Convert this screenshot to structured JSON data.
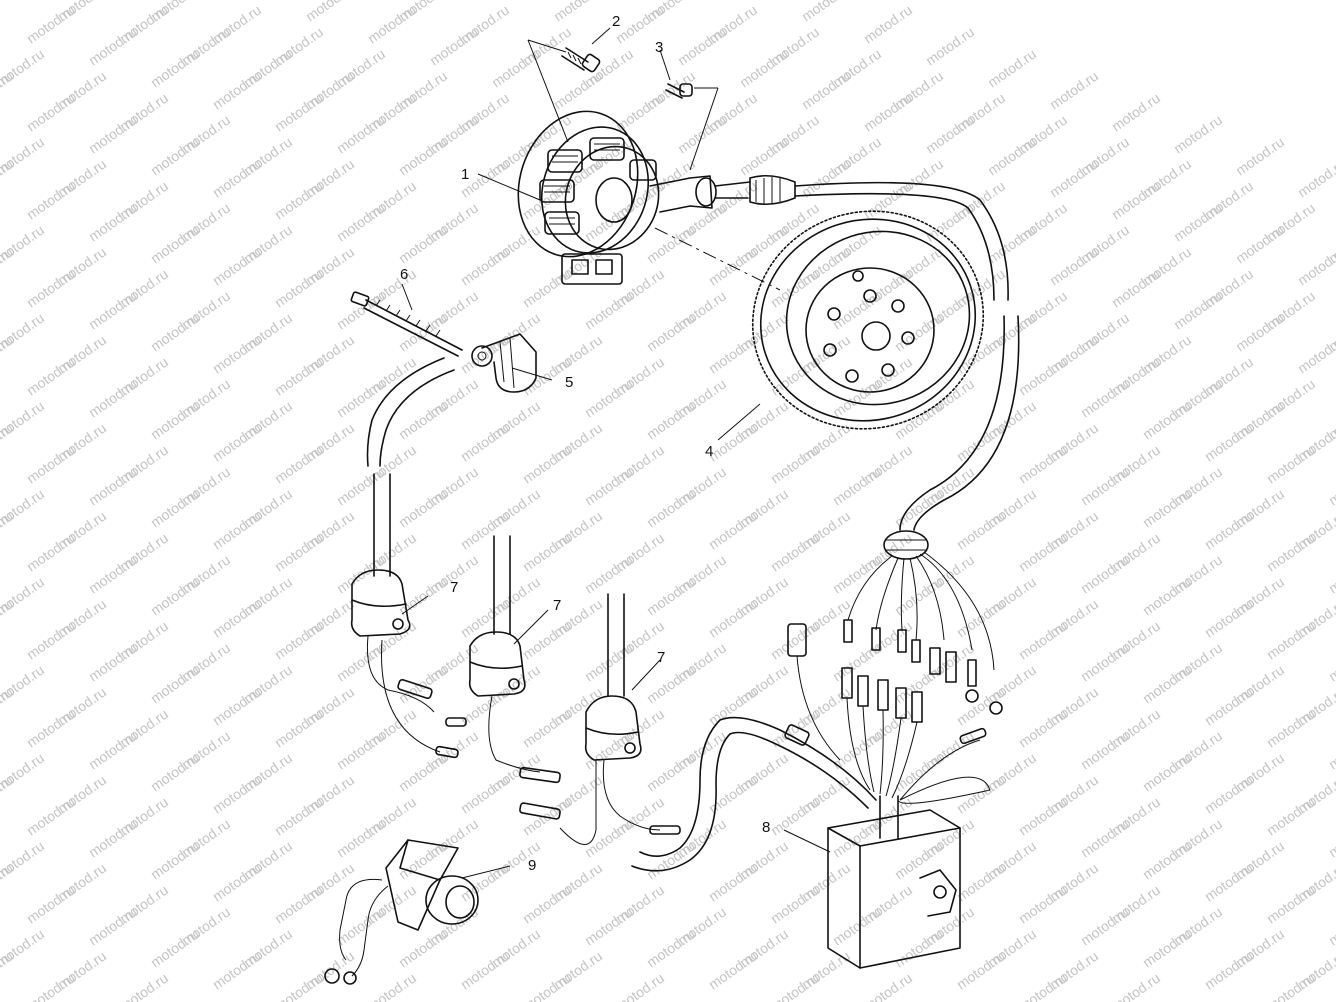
{
  "watermark": {
    "text": "motod.ru",
    "color": "#c4c4c4"
  },
  "line_color": "#111111",
  "callouts": {
    "c1": "1",
    "c2": "2",
    "c3": "3",
    "c4": "4",
    "c5": "5",
    "c6": "6",
    "c7a": "7",
    "c7b": "7",
    "c7c": "7",
    "c8": "8",
    "c9": "9"
  }
}
